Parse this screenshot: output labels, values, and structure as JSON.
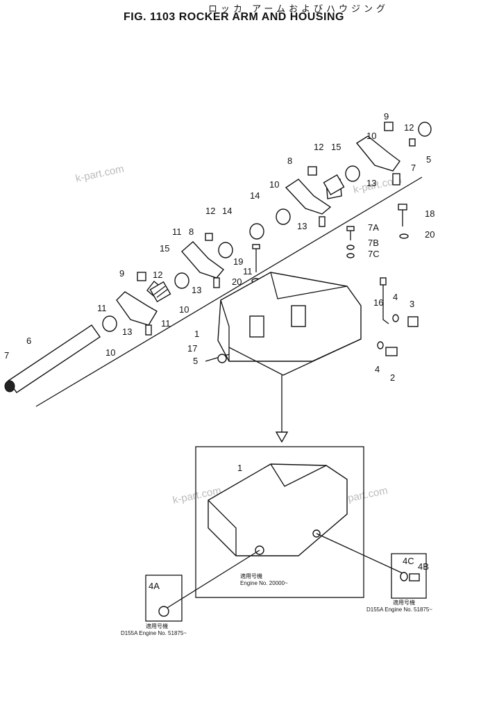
{
  "header": {
    "title_jp": "ロッカ アームおよびハウジング",
    "title_en": "FIG. 1103  ROCKER ARM AND HOUSING"
  },
  "watermark": "k-part.com",
  "callouts": [
    "1",
    "2",
    "3",
    "4",
    "4A",
    "4B",
    "4C",
    "5",
    "6",
    "7",
    "7A",
    "7B",
    "7C",
    "8",
    "9",
    "10",
    "11",
    "12",
    "13",
    "14",
    "15",
    "16",
    "17",
    "18",
    "19",
    "20"
  ],
  "inset_notes": {
    "left": {
      "line1": "適用号機",
      "line2": "D155A  Engine  No. 51875~"
    },
    "right_center": {
      "line1": "適用号機",
      "line2": "Engine  No. 20000~"
    },
    "right": {
      "line1": "適用号機",
      "line2": "D155A  Engine  No. 51875~"
    }
  }
}
